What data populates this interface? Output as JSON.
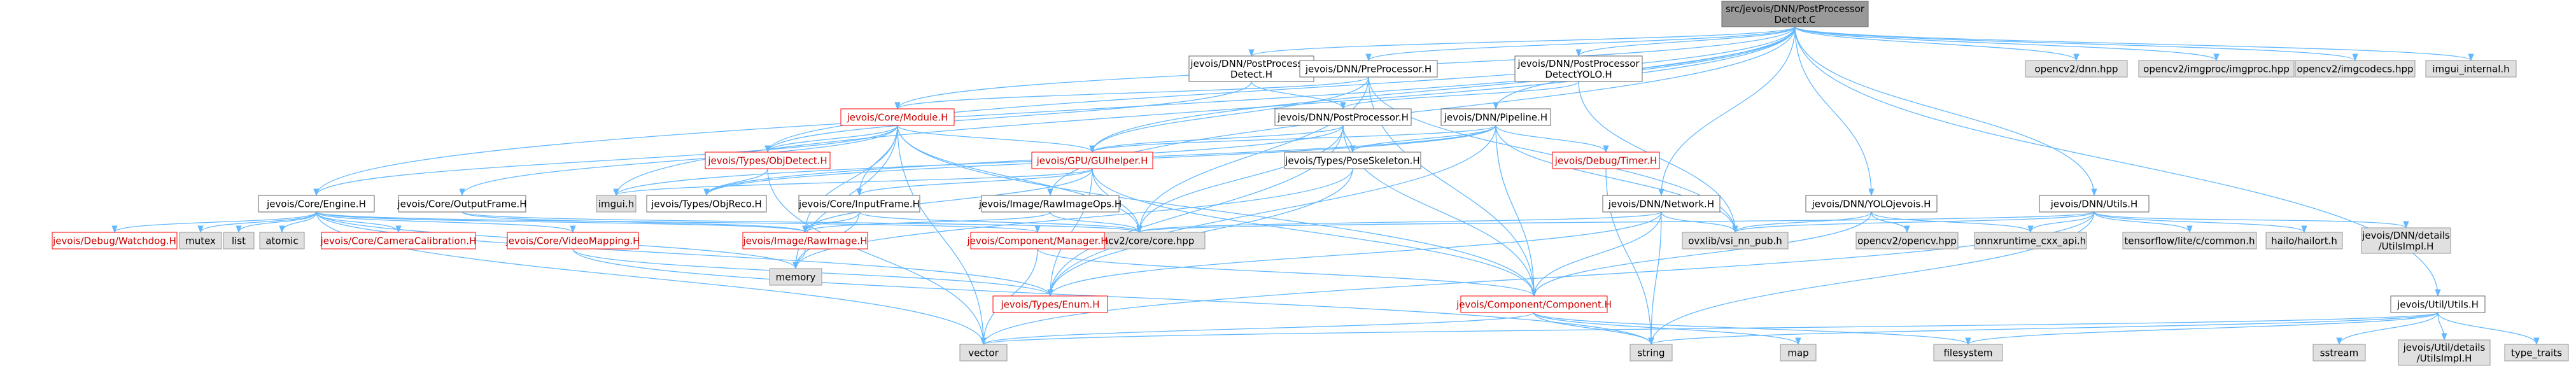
{
  "colors": {
    "root_fill": "#999999",
    "normal_fill": "#ffffff",
    "normal_stroke": "#666666",
    "normal_text": "#000000",
    "red_stroke": "#ff0000",
    "red_text": "#cc0000",
    "external_fill": "#e0e0e0",
    "external_stroke": "#999999",
    "edge_color": "#63b8ff"
  },
  "nodes": [
    {
      "id": "root",
      "kind": "root",
      "lines": [
        "src/jevois/DNN/PostProcessor",
        "Detect.C"
      ]
    },
    {
      "id": "ppdetecth",
      "kind": "normal",
      "lines": [
        "jevois/DNN/PostProcessor",
        "Detect.H"
      ]
    },
    {
      "id": "preproc",
      "kind": "normal",
      "lines": [
        "jevois/DNN/PreProcessor.H"
      ]
    },
    {
      "id": "ppyolo",
      "kind": "normal",
      "lines": [
        "jevois/DNN/PostProcessor",
        "DetectYOLO.H"
      ]
    },
    {
      "id": "cvdnn",
      "kind": "external",
      "lines": [
        "opencv2/dnn.hpp"
      ]
    },
    {
      "id": "cvimgproc",
      "kind": "external",
      "lines": [
        "opencv2/imgproc/imgproc.hpp"
      ]
    },
    {
      "id": "cvimgcodecs",
      "kind": "external",
      "lines": [
        "opencv2/imgcodecs.hpp"
      ]
    },
    {
      "id": "imgui_internal",
      "kind": "external",
      "lines": [
        "imgui_internal.h"
      ]
    },
    {
      "id": "module",
      "kind": "red",
      "lines": [
        "jevois/Core/Module.H"
      ]
    },
    {
      "id": "postproc",
      "kind": "normal",
      "lines": [
        "jevois/DNN/PostProcessor.H"
      ]
    },
    {
      "id": "pipeline",
      "kind": "normal",
      "lines": [
        "jevois/DNN/Pipeline.H"
      ]
    },
    {
      "id": "objdetect",
      "kind": "red",
      "lines": [
        "jevois/Types/ObjDetect.H"
      ]
    },
    {
      "id": "guihelper",
      "kind": "red",
      "lines": [
        "jevois/GPU/GUIhelper.H"
      ]
    },
    {
      "id": "poseskel",
      "kind": "normal",
      "lines": [
        "jevois/Types/PoseSkeleton.H"
      ]
    },
    {
      "id": "timer",
      "kind": "red",
      "lines": [
        "jevois/Debug/Timer.H"
      ]
    },
    {
      "id": "imgui",
      "kind": "external",
      "lines": [
        "imgui.h"
      ]
    },
    {
      "id": "objreco",
      "kind": "normal",
      "lines": [
        "jevois/Types/ObjReco.H"
      ]
    },
    {
      "id": "engine",
      "kind": "normal",
      "lines": [
        "jevois/Core/Engine.H"
      ]
    },
    {
      "id": "outframe",
      "kind": "normal",
      "lines": [
        "jevois/Core/OutputFrame.H"
      ]
    },
    {
      "id": "inframe",
      "kind": "normal",
      "lines": [
        "jevois/Core/InputFrame.H"
      ]
    },
    {
      "id": "rawimgops",
      "kind": "normal",
      "lines": [
        "jevois/Image/RawImageOps.H"
      ]
    },
    {
      "id": "network",
      "kind": "normal",
      "lines": [
        "jevois/DNN/Network.H"
      ]
    },
    {
      "id": "yolojevois",
      "kind": "normal",
      "lines": [
        "jevois/DNN/YOLOjevois.H"
      ]
    },
    {
      "id": "dnnutils",
      "kind": "normal",
      "lines": [
        "jevois/DNN/Utils.H"
      ]
    },
    {
      "id": "watchdog",
      "kind": "red",
      "lines": [
        "jevois/Debug/Watchdog.H"
      ]
    },
    {
      "id": "mutex",
      "kind": "external",
      "lines": [
        "mutex"
      ]
    },
    {
      "id": "list",
      "kind": "external",
      "lines": [
        "list"
      ]
    },
    {
      "id": "atomic",
      "kind": "external",
      "lines": [
        "atomic"
      ]
    },
    {
      "id": "camcal",
      "kind": "red",
      "lines": [
        "jevois/Core/CameraCalibration.H"
      ]
    },
    {
      "id": "videomap",
      "kind": "red",
      "lines": [
        "jevois/Core/VideoMapping.H"
      ]
    },
    {
      "id": "rawimage",
      "kind": "red",
      "lines": [
        "jevois/Image/RawImage.H"
      ]
    },
    {
      "id": "cvcore",
      "kind": "external",
      "lines": [
        "opencv2/core/core.hpp"
      ]
    },
    {
      "id": "compmgr",
      "kind": "red",
      "lines": [
        "jevois/Component/Manager.H"
      ]
    },
    {
      "id": "ovxlib",
      "kind": "external",
      "lines": [
        "ovxlib/vsi_nn_pub.h"
      ]
    },
    {
      "id": "cvopencv",
      "kind": "external",
      "lines": [
        "opencv2/opencv.hpp"
      ]
    },
    {
      "id": "onnxapi",
      "kind": "external",
      "lines": [
        "onnxruntime_cxx_api.h"
      ]
    },
    {
      "id": "tflite",
      "kind": "external",
      "lines": [
        "tensorflow/lite/c/common.h"
      ]
    },
    {
      "id": "hailort",
      "kind": "external",
      "lines": [
        "hailo/hailort.h"
      ]
    },
    {
      "id": "dnnutilsimpl",
      "kind": "external",
      "lines": [
        "jevois/DNN/details",
        "/UtilsImpl.H"
      ]
    },
    {
      "id": "memory",
      "kind": "external",
      "lines": [
        "memory"
      ]
    },
    {
      "id": "enum",
      "kind": "red",
      "lines": [
        "jevois/Types/Enum.H"
      ]
    },
    {
      "id": "component",
      "kind": "red",
      "lines": [
        "jevois/Component/Component.H"
      ]
    },
    {
      "id": "utilutils",
      "kind": "normal",
      "lines": [
        "jevois/Util/Utils.H"
      ]
    },
    {
      "id": "vector",
      "kind": "external",
      "lines": [
        "vector"
      ]
    },
    {
      "id": "string",
      "kind": "external",
      "lines": [
        "string"
      ]
    },
    {
      "id": "map",
      "kind": "external",
      "lines": [
        "map"
      ]
    },
    {
      "id": "filesystem",
      "kind": "external",
      "lines": [
        "filesystem"
      ]
    },
    {
      "id": "sstream",
      "kind": "external",
      "lines": [
        "sstream"
      ]
    },
    {
      "id": "utilimpl",
      "kind": "external",
      "lines": [
        "jevois/Util/details",
        "/UtilsImpl.H"
      ]
    },
    {
      "id": "typetraits",
      "kind": "external",
      "lines": [
        "type_traits"
      ]
    }
  ]
}
